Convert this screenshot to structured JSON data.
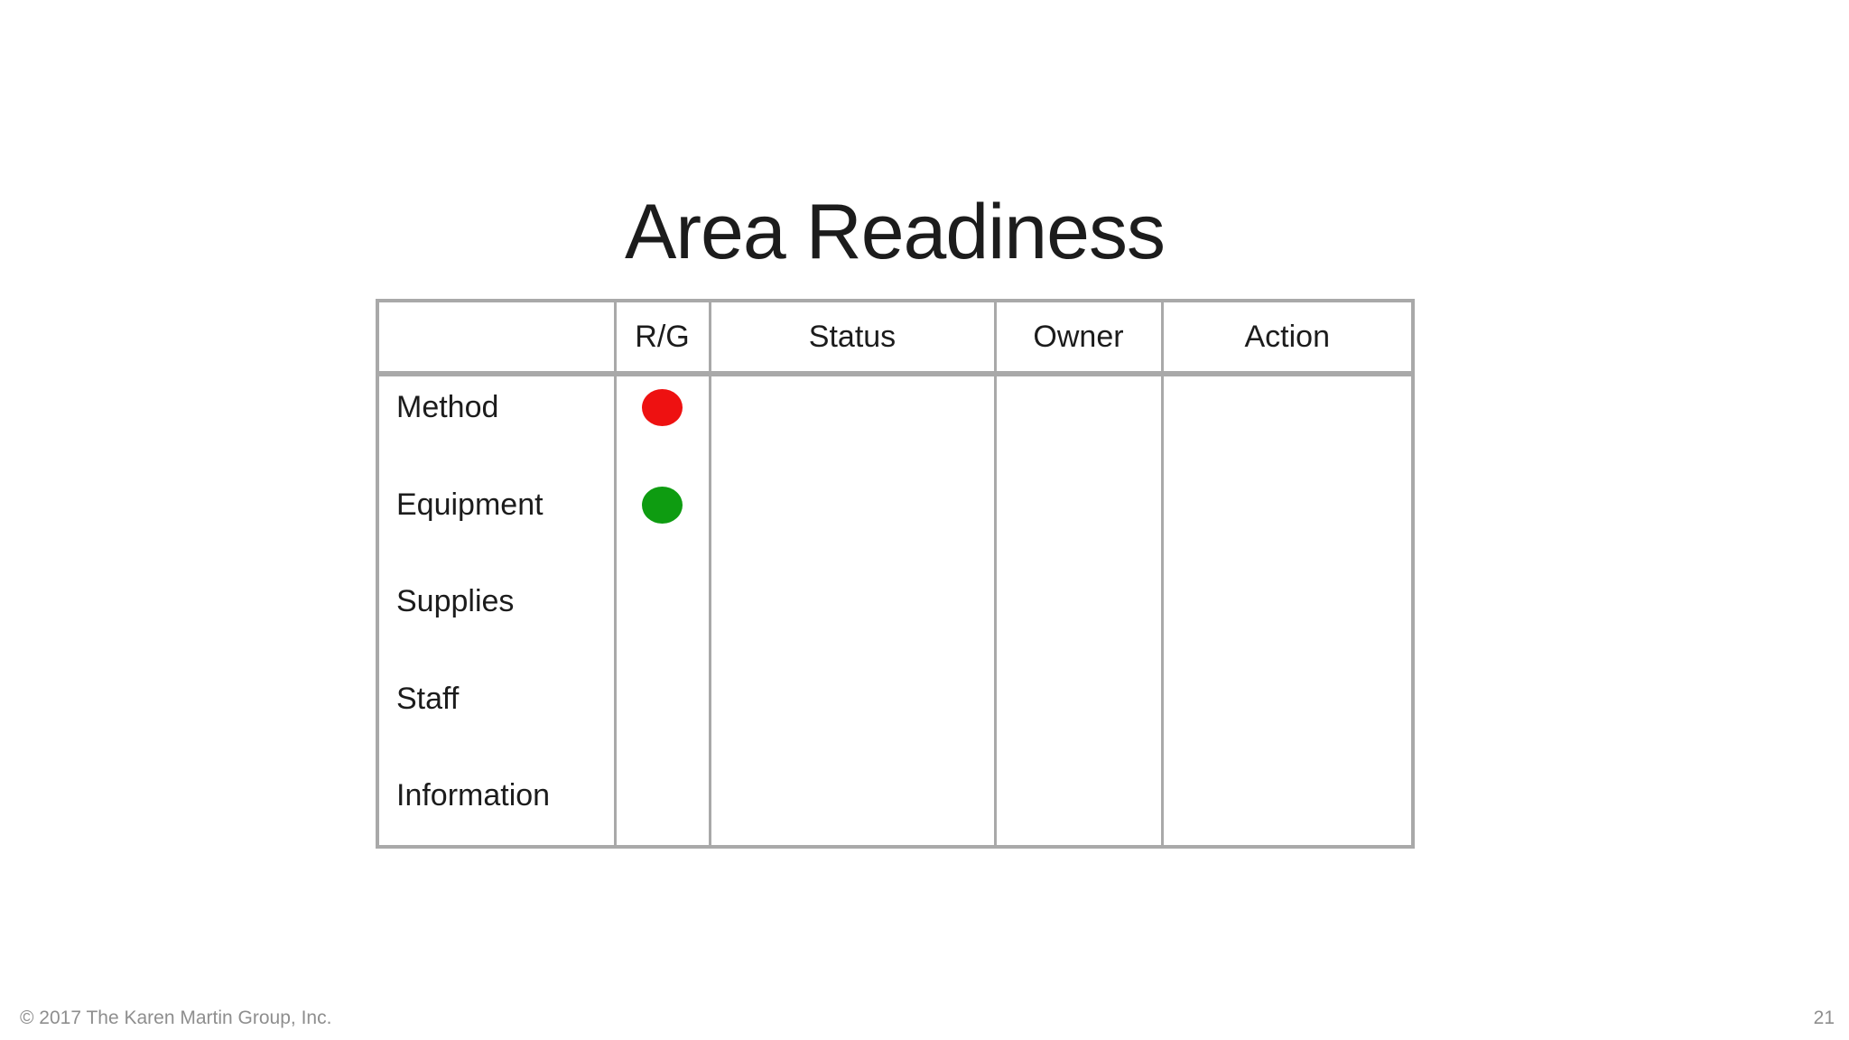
{
  "slide": {
    "title": "Area Readiness"
  },
  "table": {
    "headers": [
      "",
      "R/G",
      "Status",
      "Owner",
      "Action"
    ],
    "rows": [
      {
        "label": "Method",
        "indicator": "red"
      },
      {
        "label": "Equipment",
        "indicator": "green"
      },
      {
        "label": "Supplies",
        "indicator": null
      },
      {
        "label": "Staff",
        "indicator": null
      },
      {
        "label": "Information",
        "indicator": null
      }
    ]
  },
  "colors": {
    "red": "#ee1111",
    "green": "#0e9c11",
    "border": "#a9a9a9",
    "text": "#1c1c1c",
    "footer_text": "#8e8e8e"
  },
  "footer": {
    "copyright": "© 2017 The Karen Martin Group, Inc.",
    "page_number": "21"
  }
}
